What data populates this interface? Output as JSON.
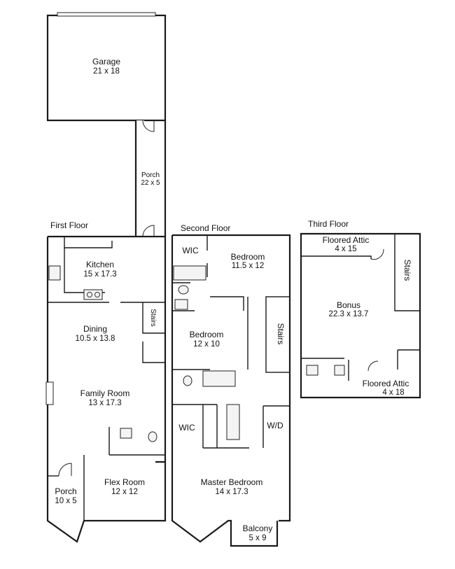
{
  "floors": {
    "first": "First Floor",
    "second": "Second Floor",
    "third": "Third Floor"
  },
  "rooms": {
    "garage": {
      "name": "Garage",
      "dims": "21 x 18"
    },
    "porch_top": {
      "name": "Porch",
      "dims": "22 x 5"
    },
    "kitchen": {
      "name": "Kitchen",
      "dims": "15 x 17.3"
    },
    "stairs_first": {
      "name": "Stairs"
    },
    "dining": {
      "name": "Dining",
      "dims": "10.5 x 13.8"
    },
    "family_room": {
      "name": "Family Room",
      "dims": "13 x 17.3"
    },
    "flex_room": {
      "name": "Flex Room",
      "dims": "12 x 12"
    },
    "porch_bottom": {
      "name": "Porch",
      "dims": "10 x 5"
    },
    "wic_upper": {
      "name": "WIC"
    },
    "bedroom_upper": {
      "name": "Bedroom",
      "dims": "11.5 x 12"
    },
    "bedroom_middle": {
      "name": "Bedroom",
      "dims": "12 x 10"
    },
    "stairs_second": {
      "name": "Stairs"
    },
    "wic_lower": {
      "name": "WIC"
    },
    "wd": {
      "name": "W/D"
    },
    "master_bedroom": {
      "name": "Master Bedroom",
      "dims": "14 x 17.3"
    },
    "balcony": {
      "name": "Balcony",
      "dims": "5 x 9"
    },
    "floored_attic_top": {
      "name": "Floored Attic",
      "dims": "4 x 15"
    },
    "stairs_third": {
      "name": "Stairs"
    },
    "bonus": {
      "name": "Bonus",
      "dims": "22.3 x 13.7"
    },
    "floored_attic_bottom": {
      "name": "Floored Attic",
      "dims": "4 x 18"
    }
  }
}
